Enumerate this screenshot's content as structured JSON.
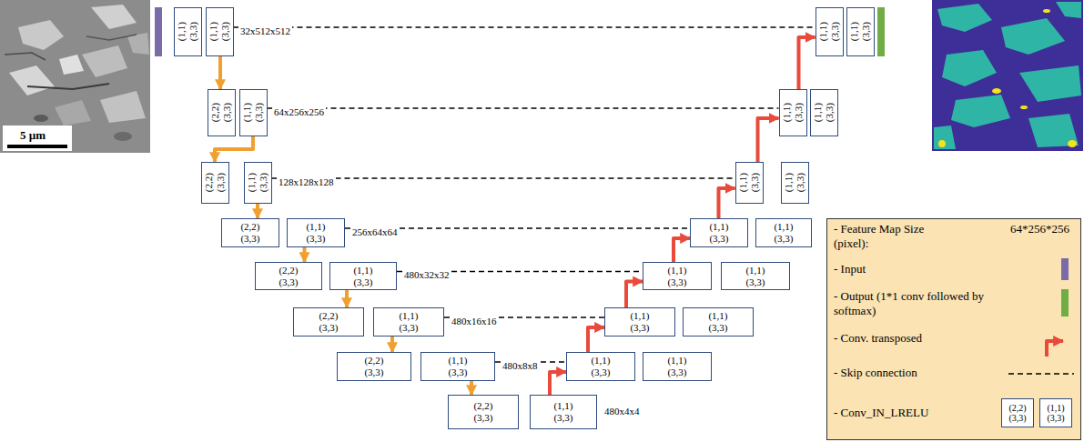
{
  "diagram": {
    "nodes": [
      {
        "text": [
          "(1,1) (3,3)"
        ]
      },
      {
        "text": [
          "(1,1) (3,3)"
        ]
      },
      {
        "text": [
          "(2,2) (3,3)"
        ]
      },
      {
        "text": [
          "(1,1) (3,3)"
        ]
      },
      {
        "text": [
          "(2,2) (3,3)"
        ]
      },
      {
        "text": [
          "(1,1) (3,3)"
        ]
      },
      {
        "text": [
          "(2,2) (3,3)"
        ]
      },
      {
        "text": [
          "(1,1) (3,3)"
        ]
      },
      {
        "text": [
          "(2,2) (3,3)"
        ]
      },
      {
        "text": [
          "(1,1) (3,3)"
        ]
      },
      {
        "text": [
          "(2,2) (3,3)"
        ]
      },
      {
        "text": [
          "(1,1) (3,3)"
        ]
      },
      {
        "text": [
          "(2,2) (3,3)"
        ]
      },
      {
        "text": [
          "(1,1) (3,3)"
        ]
      },
      {
        "text": [
          "(2,2) (3,3)"
        ]
      },
      {
        "text": [
          "(1,1) (3,3)"
        ]
      },
      {
        "text": [
          "(1,1) (3,3)"
        ]
      },
      {
        "text": [
          "(1,1) (3,3)"
        ]
      },
      {
        "text": [
          "(1,1) (3,3)"
        ]
      },
      {
        "text": [
          "(1,1) (3,3)"
        ]
      },
      {
        "text": [
          "(1,1) (3,3)"
        ]
      },
      {
        "text": [
          "(1,1) (3,3)"
        ]
      },
      {
        "text": [
          "(1,1) (3,3)"
        ]
      },
      {
        "text": [
          "(1,1) (3,3)"
        ]
      },
      {
        "text": [
          "(1,1) (3,3)"
        ]
      },
      {
        "text": [
          "(1,1) (3,3)"
        ]
      },
      {
        "text": [
          "(1,1) (3,3)"
        ]
      },
      {
        "text": [
          "(1,1) (3,3)"
        ]
      },
      {
        "text": [
          "(1,1) (3,3)"
        ]
      },
      {
        "text": [
          "(1,1) (3,3)"
        ]
      },
      {
        "text": [
          "(2,2) (3,3)"
        ]
      },
      {
        "text": [
          "(1,1) (3,3)"
        ]
      }
    ],
    "edges": [
      {
        "from": 1,
        "to": 2,
        "arrow": "to"
      },
      {
        "from": 3,
        "to": 4,
        "arrow": "to"
      },
      {
        "from": 5,
        "to": 6,
        "arrow": "to"
      },
      {
        "from": 7,
        "to": 8,
        "arrow": "to"
      },
      {
        "from": 9,
        "to": 10,
        "arrow": "to"
      },
      {
        "from": 11,
        "to": 12,
        "arrow": "to"
      },
      {
        "from": 13,
        "to": 14,
        "arrow": "to"
      },
      {
        "from": 15,
        "to": 16,
        "arrow": "to"
      },
      {
        "from": 16,
        "to": 18,
        "arrow": "to"
      },
      {
        "from": 18,
        "to": 20,
        "arrow": "to"
      },
      {
        "from": 20,
        "to": 22,
        "arrow": "to"
      },
      {
        "from": 22,
        "to": 24,
        "arrow": "to"
      },
      {
        "from": 24,
        "to": 26,
        "arrow": "to"
      },
      {
        "from": 26,
        "to": 28,
        "arrow": "to"
      },
      {
        "from": 1,
        "to": 28,
        "arrow": "none"
      },
      {
        "from": 3,
        "to": 26,
        "arrow": "none"
      },
      {
        "from": 5,
        "to": 24,
        "arrow": "none"
      },
      {
        "from": 7,
        "to": 22,
        "arrow": "none"
      },
      {
        "from": 9,
        "to": 20,
        "arrow": "none"
      },
      {
        "from": 11,
        "to": 18,
        "arrow": "none"
      },
      {
        "from": 13,
        "to": 16,
        "arrow": "none"
      }
    ],
    "labels": [
      "5 µm",
      "32x512x512",
      "64x256x256",
      "128x128x128",
      "256x64x64",
      "480x32x32",
      "480x16x16",
      "480x8x8",
      "480x4x4",
      "64*256*256"
    ],
    "legend": [
      {
        "text": "- Feature Map Size (pixel):"
      },
      {
        "text": "- Input",
        "color": "#7b6ba8"
      },
      {
        "text": "- Output (1*1 conv followed by softmax)",
        "color": "#70ad47"
      },
      {
        "text": "- Conv. transposed"
      },
      {
        "text": "- Skip connection"
      },
      {
        "text": "- Conv_IN_LRELU"
      }
    ]
  }
}
